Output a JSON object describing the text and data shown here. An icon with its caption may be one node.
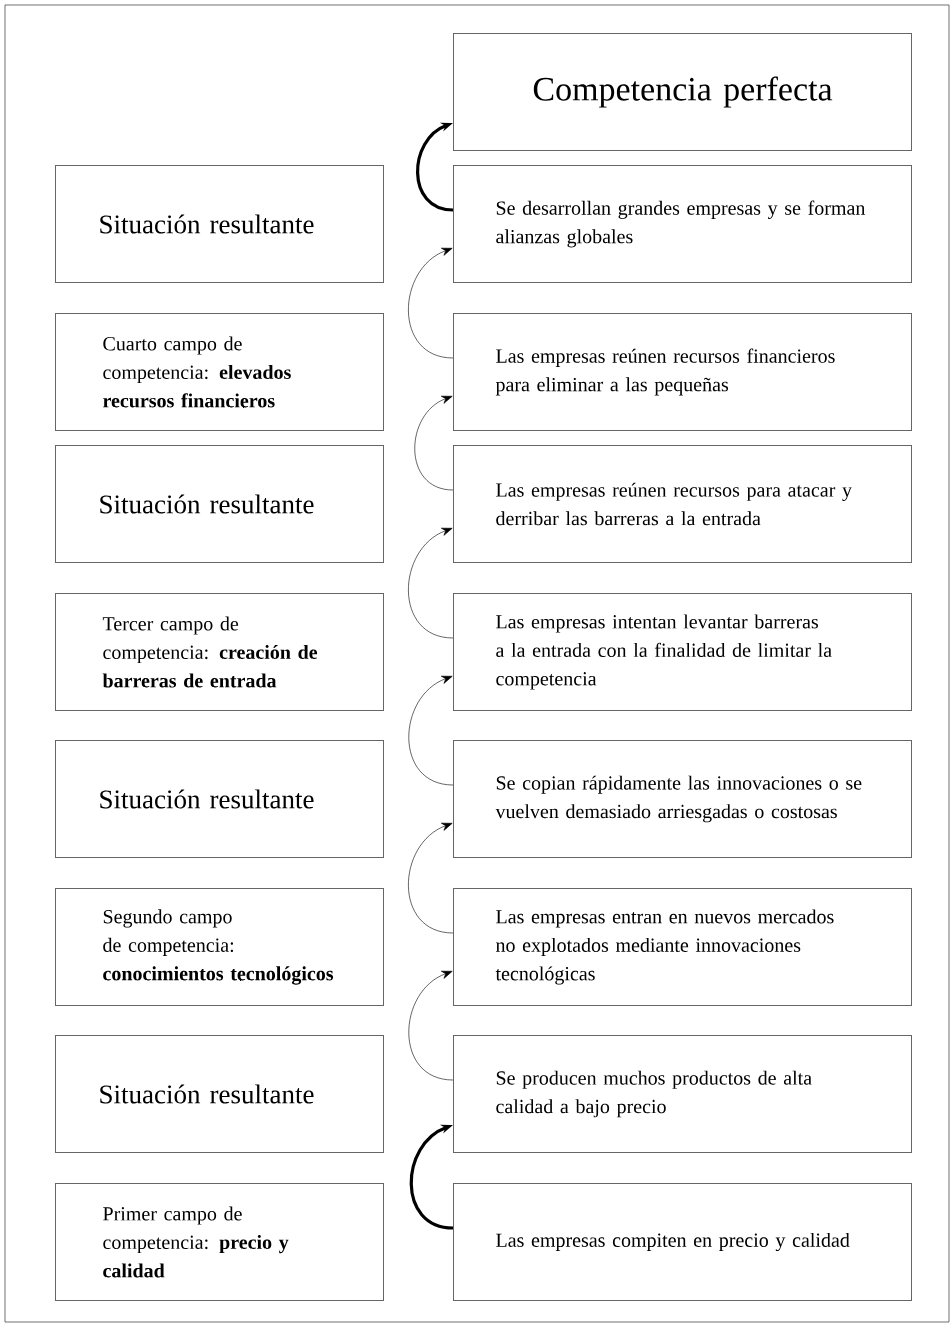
{
  "diagram": {
    "nodes": [
      {
        "text": [
          "Competencia perfecta"
        ]
      },
      {
        "text": [
          "Situación resultante"
        ]
      },
      {
        "text": [
          "Se desarrollan grandes empresas y se forman alianzas globales"
        ]
      },
      {
        "text": [
          "Cuarto campo de competencia: **elevados recursos financieros**"
        ]
      },
      {
        "text": [
          "Las empresas reúnen recursos financieros para eliminar a las pequeñas"
        ]
      },
      {
        "text": [
          "Situación resultante"
        ]
      },
      {
        "text": [
          "Las empresas reúnen recursos para atacar y derribar las barreras a la entrada"
        ]
      },
      {
        "text": [
          "Tercer campo de competencia: **creación de barreras de entrada**"
        ]
      },
      {
        "text": [
          "Las empresas intentan levantar barreras a la entrada con la finalidad de limitar la competencia"
        ]
      },
      {
        "text": [
          "Situación resultante"
        ]
      },
      {
        "text": [
          "Se copian rápidamente las innovaciones o se vuelven demasiado arriesgadas o costosas"
        ]
      },
      {
        "text": [
          "Segundo campo de competencia: **conocimientos tecnológicos**"
        ]
      },
      {
        "text": [
          "Las empresas entran en nuevos mercados no explotados mediante innovaciones tecnológicas"
        ]
      },
      {
        "text": [
          "Situación resultante"
        ]
      },
      {
        "text": [
          "Se producen muchos productos de alta calidad a bajo precio"
        ]
      },
      {
        "text": [
          "Primer campo de competencia: **precio y calidad**"
        ]
      },
      {
        "text": [
          "Las empresas compiten en precio y calidad"
        ]
      }
    ],
    "edges": [
      {
        "from": 16,
        "to": 14,
        "arrow": "to",
        "style": "thick"
      },
      {
        "from": 14,
        "to": 12,
        "arrow": "to"
      },
      {
        "from": 12,
        "to": 10,
        "arrow": "to"
      },
      {
        "from": 10,
        "to": 8,
        "arrow": "to"
      },
      {
        "from": 8,
        "to": 6,
        "arrow": "to"
      },
      {
        "from": 6,
        "to": 4,
        "arrow": "to"
      },
      {
        "from": 4,
        "to": 2,
        "arrow": "to"
      },
      {
        "from": 2,
        "to": 0,
        "arrow": "to",
        "style": "thick"
      }
    ]
  }
}
